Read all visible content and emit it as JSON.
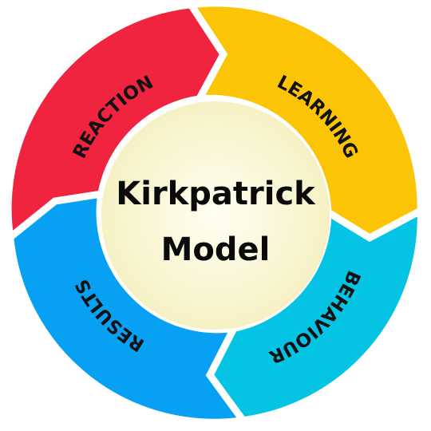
{
  "center": {
    "line1": "Kirkpatrick",
    "line2": "Model"
  },
  "segments": [
    {
      "label": "REACTION",
      "color": "#f0243f"
    },
    {
      "label": "LEARNING",
      "color": "#fcc406"
    },
    {
      "label": "BEHAVIOUR",
      "color": "#04c3e3"
    },
    {
      "label": "RESULTS",
      "color": "#08a0f3"
    }
  ],
  "center_fill": "#fdfbe2"
}
